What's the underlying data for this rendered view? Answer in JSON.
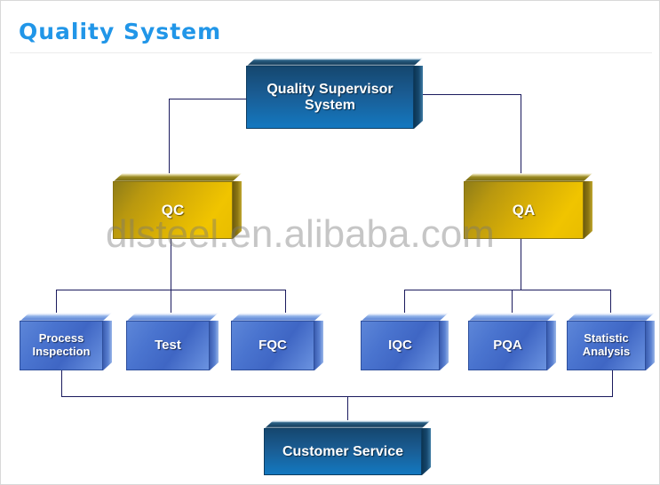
{
  "page": {
    "title": "Quality System",
    "title_color": "#2196E8",
    "background": "#ffffff",
    "watermark": "dlsteel.en.alibaba.com"
  },
  "chart_data": {
    "type": "diagram",
    "diagram_kind": "organizational-hierarchy",
    "title": "Quality System",
    "nodes": [
      {
        "id": "root",
        "label": "Quality Supervisor System",
        "level": 0,
        "style": "steel"
      },
      {
        "id": "qc",
        "label": "QC",
        "level": 1,
        "style": "gold"
      },
      {
        "id": "qa",
        "label": "QA",
        "level": 1,
        "style": "gold"
      },
      {
        "id": "process",
        "label": "Process Inspection",
        "level": 2,
        "style": "blue"
      },
      {
        "id": "test",
        "label": "Test",
        "level": 2,
        "style": "blue"
      },
      {
        "id": "fqc",
        "label": "FQC",
        "level": 2,
        "style": "blue"
      },
      {
        "id": "iqc",
        "label": "IQC",
        "level": 2,
        "style": "blue"
      },
      {
        "id": "pqa",
        "label": "PQA",
        "level": 2,
        "style": "blue"
      },
      {
        "id": "stat",
        "label": "Statistic Analysis",
        "level": 2,
        "style": "blue"
      },
      {
        "id": "customer",
        "label": "Customer Service",
        "level": 3,
        "style": "steel"
      }
    ],
    "edges": [
      {
        "from": "root",
        "to": "qc"
      },
      {
        "from": "root",
        "to": "qa"
      },
      {
        "from": "qc",
        "to": "process"
      },
      {
        "from": "qc",
        "to": "test"
      },
      {
        "from": "qc",
        "to": "fqc"
      },
      {
        "from": "qa",
        "to": "iqc"
      },
      {
        "from": "qa",
        "to": "pqa"
      },
      {
        "from": "qa",
        "to": "stat"
      },
      {
        "from": "process",
        "to": "customer"
      },
      {
        "from": "stat",
        "to": "customer"
      }
    ],
    "colors": {
      "steel": "#15476f",
      "gold": "#d6ad06",
      "blue": "#4a74cf",
      "connector": "#1b1b5e",
      "title": "#2196E8"
    }
  },
  "nodes": {
    "root": {
      "label": "Quality Supervisor System"
    },
    "qc": {
      "label": "QC"
    },
    "qa": {
      "label": "QA"
    },
    "process": {
      "label": "Process Inspection"
    },
    "test": {
      "label": "Test"
    },
    "fqc": {
      "label": "FQC"
    },
    "iqc": {
      "label": "IQC"
    },
    "pqa": {
      "label": "PQA"
    },
    "stat": {
      "label": "Statistic Analysis"
    },
    "customer": {
      "label": "Customer Service"
    }
  }
}
